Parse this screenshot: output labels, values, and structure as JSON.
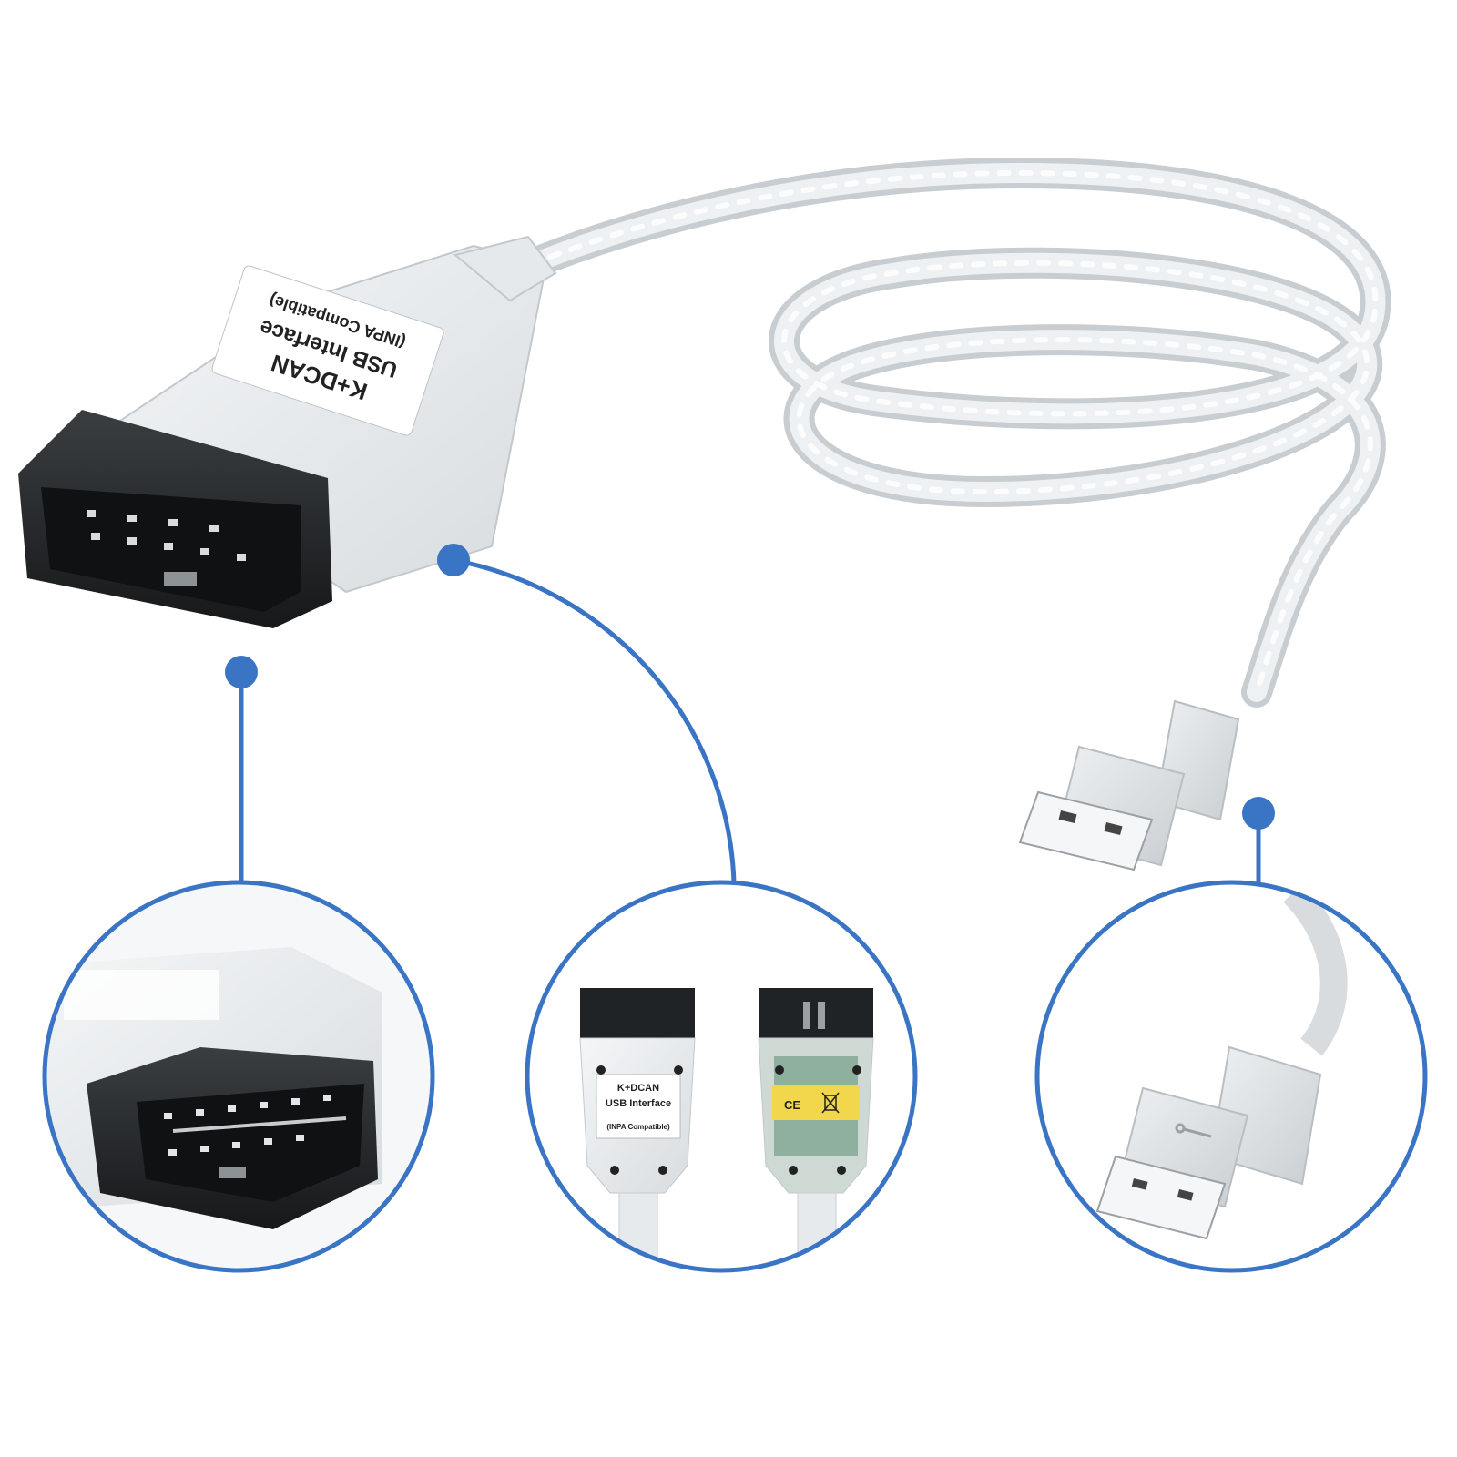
{
  "product": {
    "label_line1": "K+DCAN",
    "label_line2": "USB Interface",
    "label_line3": "(INPA Compatible)"
  },
  "detail_rear": {
    "ce_mark": "CE"
  },
  "colors": {
    "accent": "#3a74c4",
    "connector": "#1f2224",
    "cable": "#dfe3e6",
    "background": "#ffffff"
  },
  "icons": {
    "usb": "usb-trident-icon",
    "weee": "weee-bin-icon"
  }
}
